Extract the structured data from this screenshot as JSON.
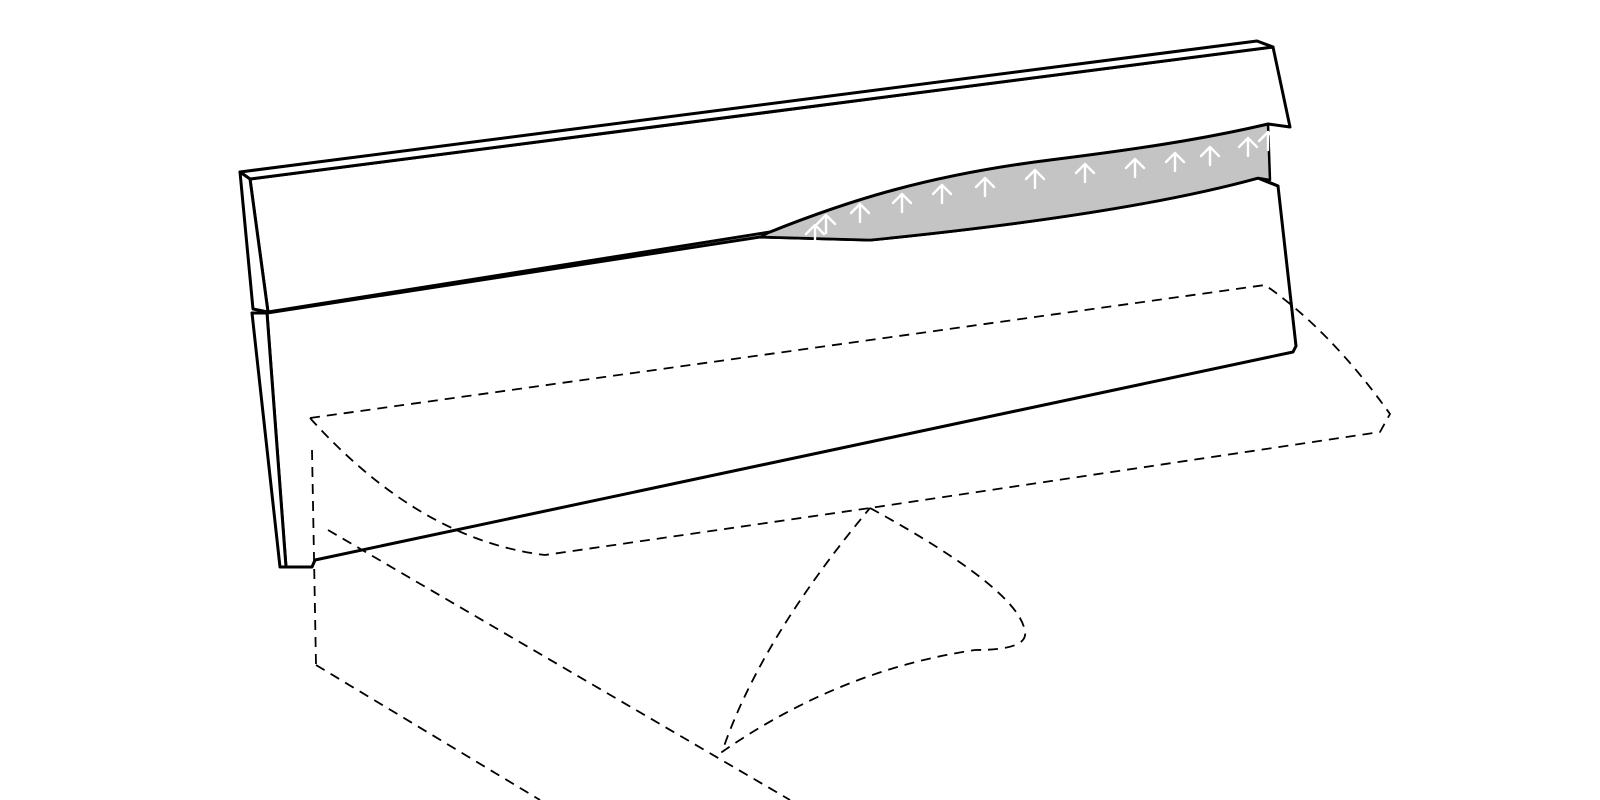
{
  "colors": {
    "outline": "#000000",
    "background": "#ffffff",
    "gap_fill": "#c4c4c4",
    "arrow": "#ffffff"
  },
  "diagram": {
    "parts": [
      {
        "name": "upper-panel",
        "style": "solid"
      },
      {
        "name": "lower-panel",
        "style": "solid"
      },
      {
        "name": "gap-region",
        "style": "shaded"
      },
      {
        "name": "hidden-object",
        "style": "dashed"
      }
    ],
    "arrows": {
      "count": 13,
      "direction": "up",
      "icon": "arrow-up-icon"
    }
  }
}
